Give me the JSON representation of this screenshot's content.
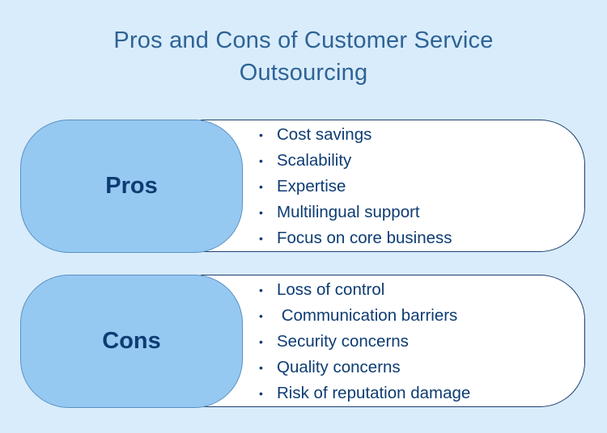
{
  "title": "Pros and Cons of Customer Service\nOutsourcing",
  "title_line1": "Pros and Cons of Customer Service",
  "title_line2": "Outsourcing",
  "colors": {
    "background": "#d9ecfb",
    "title": "#2e6396",
    "pill_fill": "#96c9f1",
    "pill_border": "#5a8fc2",
    "text_dark": "#0d3c73",
    "box_border": "#1f3f6e"
  },
  "pros": {
    "label": "Pros",
    "bullet": "•",
    "items": [
      "Cost savings",
      "Scalability",
      "Expertise",
      "Multilingual support",
      "Focus on core business"
    ]
  },
  "cons": {
    "label": "Cons",
    "bullet": "•",
    "items": [
      "Loss of control",
      " Communication barriers",
      "Security concerns",
      "Quality concerns",
      "Risk of reputation damage"
    ]
  }
}
